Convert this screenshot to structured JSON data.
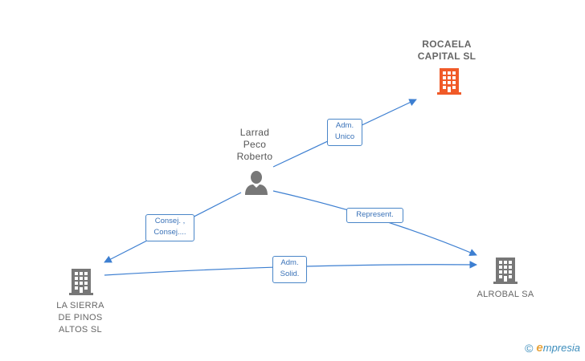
{
  "nodes": {
    "rocaela": {
      "lines": [
        "ROCAELA",
        "CAPITAL  SL"
      ],
      "color": "#f05a28"
    },
    "person": {
      "lines": [
        "Larrad",
        "Peco",
        "Roberto"
      ],
      "color": "#777777"
    },
    "lasierra": {
      "lines": [
        "LA SIERRA",
        "DE PINOS",
        "ALTOS SL"
      ],
      "color": "#777777"
    },
    "alrobal": {
      "lines": [
        "ALROBAL SA"
      ],
      "color": "#777777"
    }
  },
  "relations": {
    "adm_unico": {
      "lines": [
        "Adm.",
        "Unico"
      ]
    },
    "consej": {
      "lines": [
        "Consej. ,",
        "Consej...."
      ]
    },
    "represent": {
      "lines": [
        "Represent."
      ]
    },
    "adm_solid": {
      "lines": [
        "Adm.",
        "Solid."
      ]
    }
  },
  "colors": {
    "edge": "#3d7fd1",
    "building": "#777777",
    "highlight": "#f05a28"
  },
  "brand": {
    "copyright": "©",
    "initial": "e",
    "name": "mpresia"
  }
}
